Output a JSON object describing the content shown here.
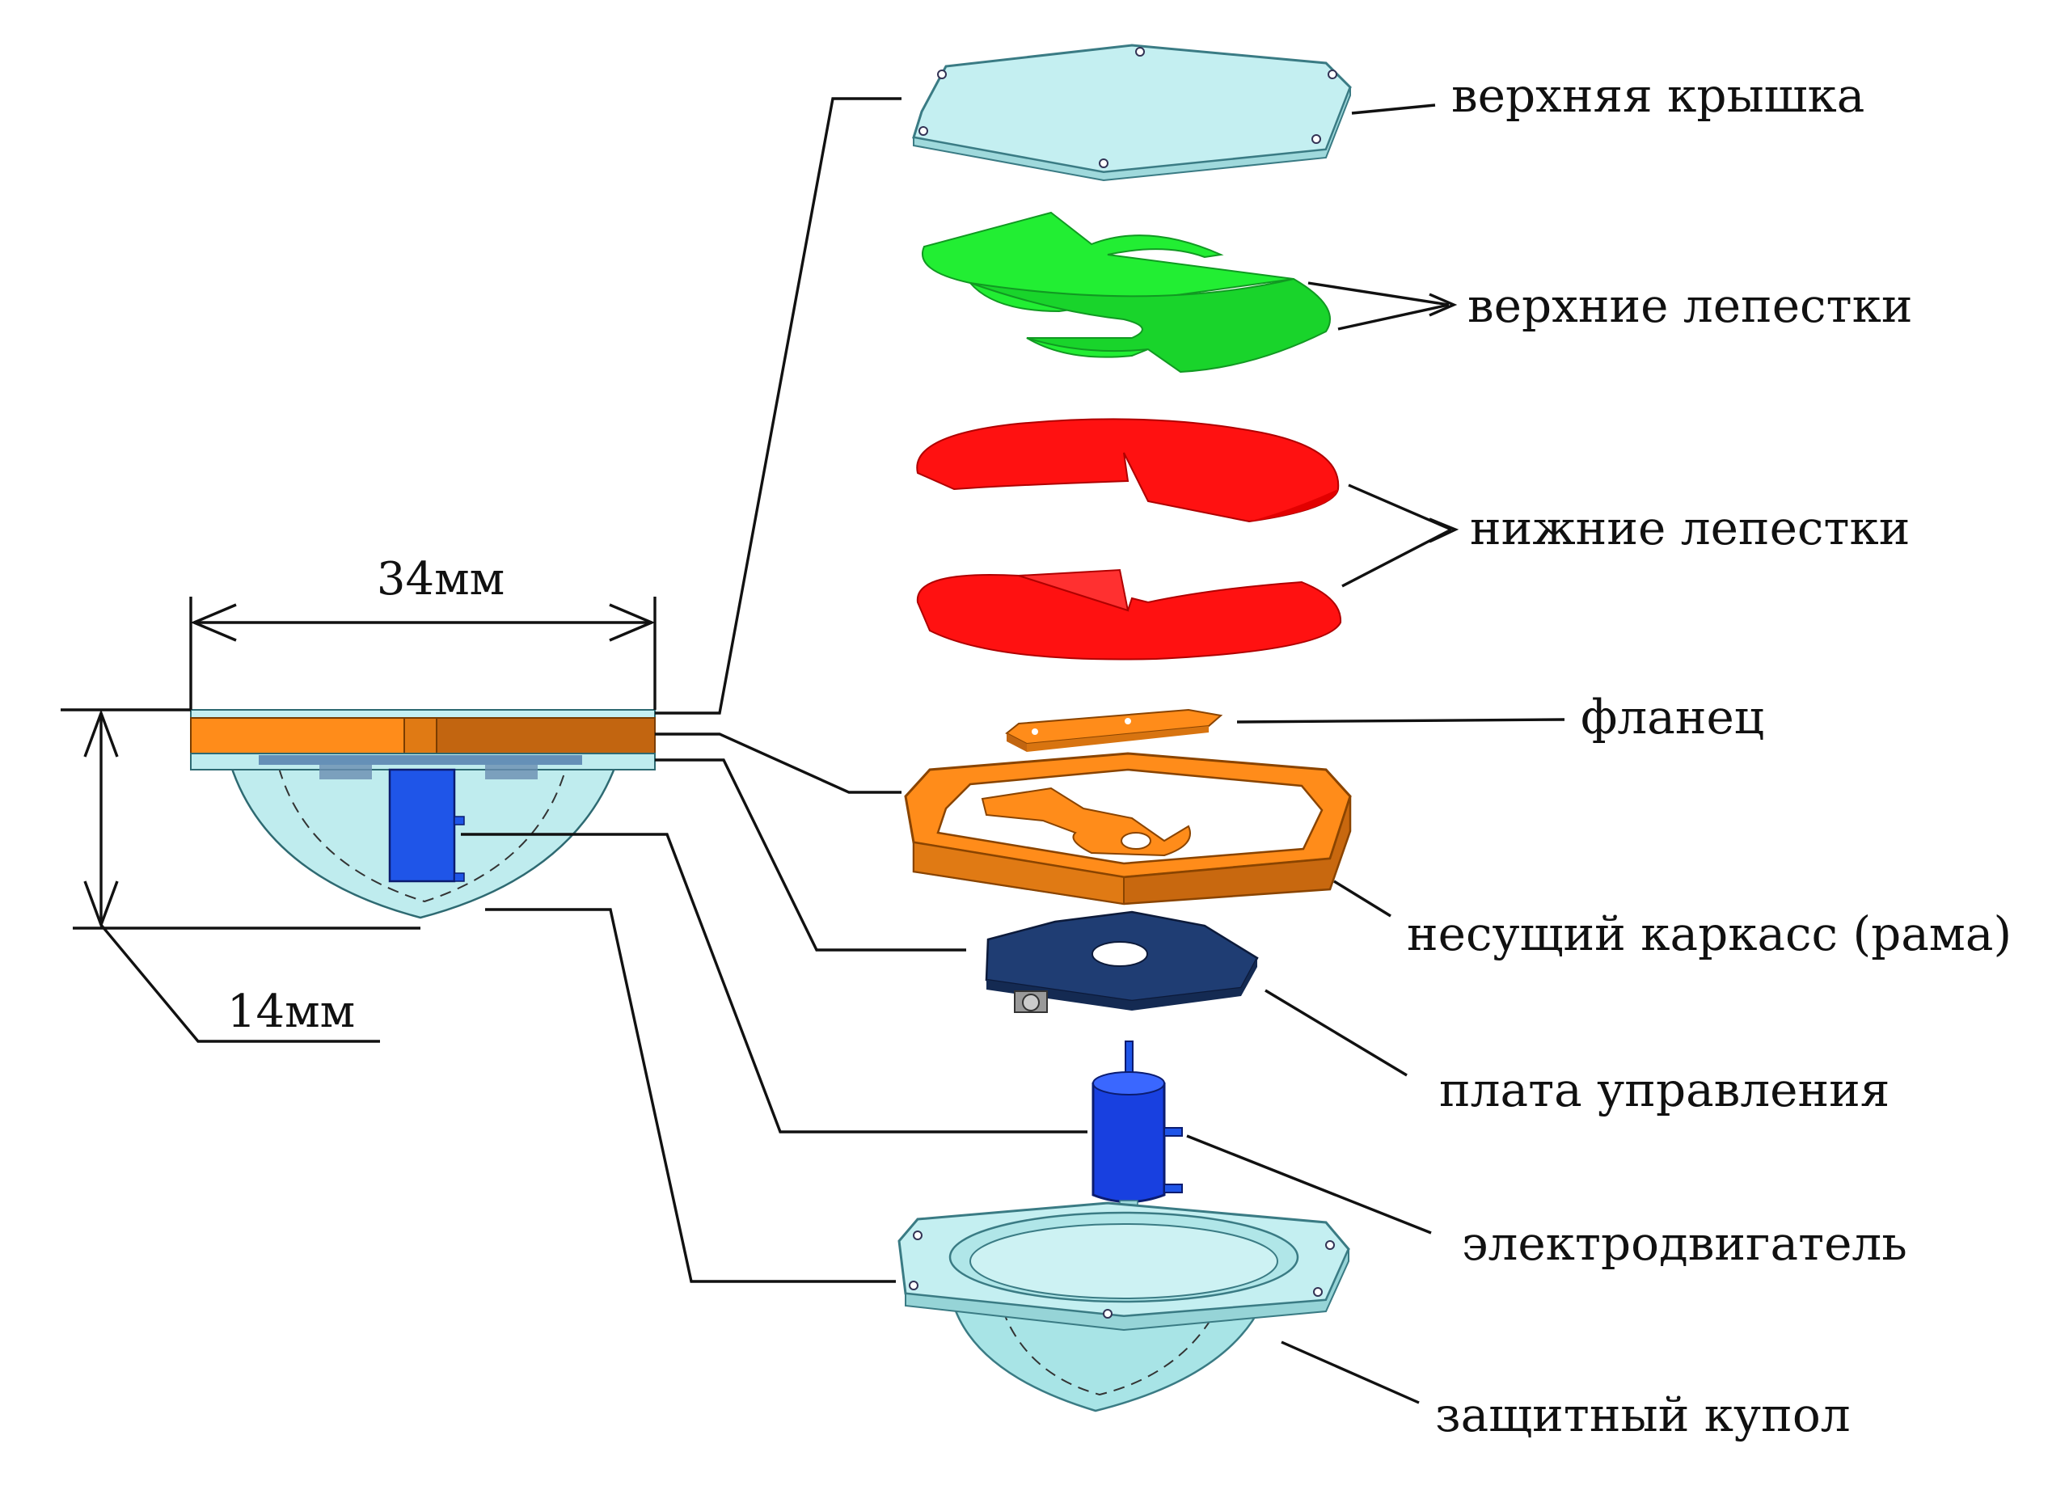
{
  "dimensions": {
    "width_label": "34мм",
    "height_label": "14мм"
  },
  "labels": {
    "top_cover": "верхняя крышка",
    "upper_petals": "верхние лепестки",
    "lower_petals": "нижние лепестки",
    "flange": "фланец",
    "frame": "несущий каркасс (рама)",
    "control_board": "плата управления",
    "motor": "электродвигатель",
    "dome": "защитный купол"
  },
  "colors": {
    "cover": "#bfeef0",
    "upper_petals": "#22ee33",
    "lower_petals": "#ff1111",
    "frame": "#ff8c1a",
    "frame_dark": "#c86a10",
    "board": "#1f3d73",
    "motor": "#1530e0",
    "dome": "#a8e4e6"
  }
}
